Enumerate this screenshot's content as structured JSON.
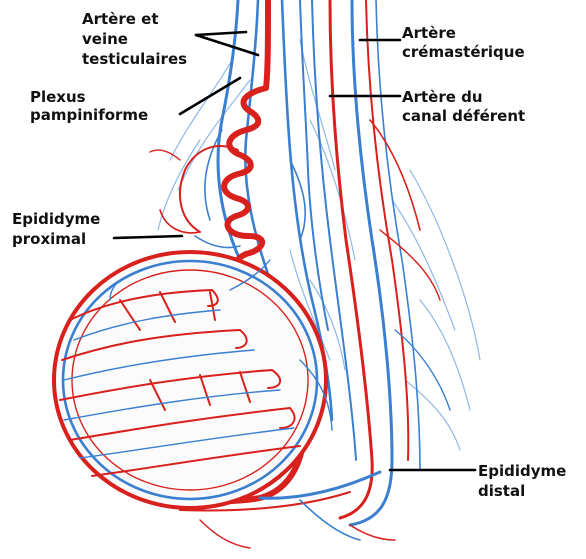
{
  "colors": {
    "artery": "#d8211c",
    "vein": "#3a7fd0",
    "vein_light": "#8fb8e8",
    "leader": "#000000",
    "label_text": "#111111"
  },
  "labels": {
    "artere_veine_line1": "Artère et",
    "artere_veine_line2": "veine",
    "artere_veine_line3": "testiculaires",
    "plexus_line1": "Plexus",
    "plexus_line2": "pampiniforme",
    "epididyme_proximal_line1": "Epididyme",
    "epididyme_proximal_line2": "proximal",
    "cremasterique_line1": "Artère",
    "cremasterique_line2": "crémastérique",
    "deferent_line1": "Artère du",
    "deferent_line2": "canal déférent",
    "epididyme_distal_line1": "Epididyme",
    "epididyme_distal_line2": "distal"
  }
}
